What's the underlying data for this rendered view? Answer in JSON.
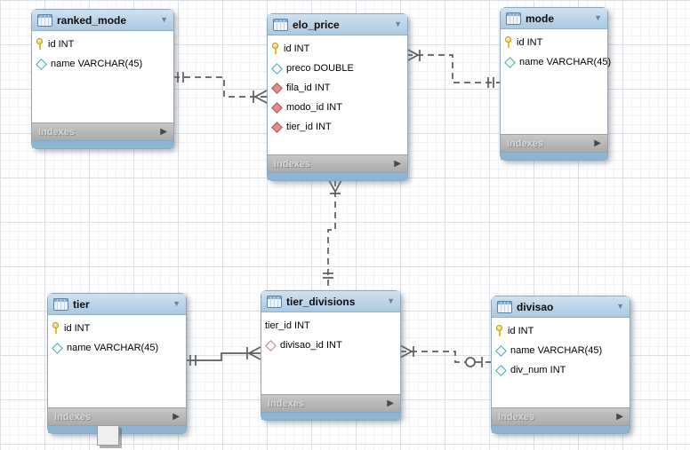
{
  "icons": {
    "collapse": "▼",
    "expand": "▶"
  },
  "tables": [
    {
      "title": "ranked_mode",
      "indexes_label": "Indexes",
      "fields": [
        {
          "label": "id INT",
          "icon": "primary-key"
        },
        {
          "label": "name VARCHAR(45)",
          "icon": "column-diamond-teal"
        }
      ]
    },
    {
      "title": "elo_price",
      "indexes_label": "Indexes",
      "fields": [
        {
          "label": "id INT",
          "icon": "primary-key"
        },
        {
          "label": "preco DOUBLE",
          "icon": "column-diamond-teal"
        },
        {
          "label": "fila_id INT",
          "icon": "foreign-key-diamond-red"
        },
        {
          "label": "modo_id INT",
          "icon": "foreign-key-diamond-red"
        },
        {
          "label": "tier_id INT",
          "icon": "foreign-key-diamond-red"
        }
      ]
    },
    {
      "title": "mode",
      "indexes_label": "Indexes",
      "fields": [
        {
          "label": "id INT",
          "icon": "primary-key"
        },
        {
          "label": "name VARCHAR(45)",
          "icon": "column-diamond-teal"
        }
      ]
    },
    {
      "title": "tier",
      "indexes_label": "Indexes",
      "fields": [
        {
          "label": "id INT",
          "icon": "primary-key"
        },
        {
          "label": "name VARCHAR(45)",
          "icon": "column-diamond-teal"
        }
      ]
    },
    {
      "title": "tier_divisions",
      "indexes_label": "Indexes",
      "fields": [
        {
          "label": "tier_id INT",
          "icon": "none"
        },
        {
          "label": "divisao_id INT",
          "icon": "foreign-key-diamond-red-open"
        }
      ]
    },
    {
      "title": "divisao",
      "indexes_label": "Indexes",
      "fields": [
        {
          "label": "id INT",
          "icon": "primary-key"
        },
        {
          "label": "name VARCHAR(45)",
          "icon": "column-diamond-teal"
        },
        {
          "label": "div_num  INT",
          "icon": "column-diamond-teal"
        }
      ]
    }
  ],
  "relationships": [
    {
      "from": "ranked_mode",
      "to": "elo_price",
      "line": "dashed",
      "from_cardinality": "one-mandatory",
      "to_cardinality": "many"
    },
    {
      "from": "mode",
      "to": "elo_price",
      "line": "dashed",
      "from_cardinality": "one-mandatory",
      "to_cardinality": "many"
    },
    {
      "from": "tier_divisions",
      "to": "elo_price",
      "line": "dashed",
      "from_cardinality": "one-mandatory",
      "to_cardinality": "many"
    },
    {
      "from": "tier",
      "to": "tier_divisions",
      "line": "solid",
      "from_cardinality": "one-mandatory",
      "to_cardinality": "many"
    },
    {
      "from": "divisao",
      "to": "tier_divisions",
      "line": "dashed",
      "from_cardinality": "zero-or-one",
      "to_cardinality": "many"
    }
  ],
  "colors": {
    "header": "#aac8df",
    "footer": "#ababab",
    "strip": "#8cb5d2",
    "wire": "#5d5d5d",
    "key": "#e6c838",
    "fk_diamond": "#e08e8e",
    "attr_diamond": "#49a5ab"
  }
}
